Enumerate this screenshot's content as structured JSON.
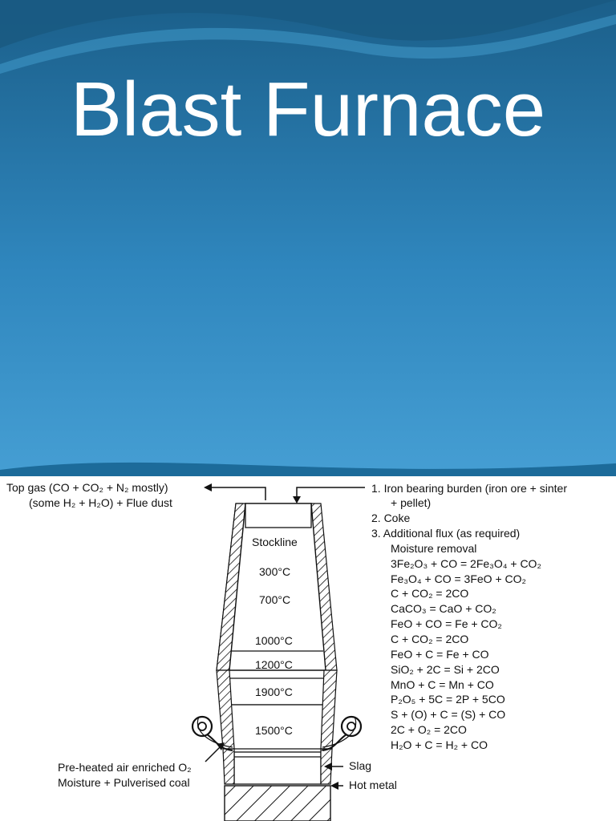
{
  "slide": {
    "title": "Blast Furnace",
    "colors": {
      "top": "#1b5f8a",
      "bottom": "#469fd4",
      "wave": "#2d8fc7"
    }
  },
  "diagram": {
    "top_gas": [
      "Top gas (CO + CO₂ + N₂ mostly)",
      "(some H₂ + H₂O) + Flue dust"
    ],
    "burden": [
      "1.  Iron bearing burden (iron ore + sinter",
      "+ pellet)",
      "2.  Coke",
      "3.  Additional flux (as required)"
    ],
    "zones": [
      "Stockline",
      "300°C",
      "700°C",
      "1000°C",
      "1200°C",
      "1900°C",
      "1500°C"
    ],
    "reactions": [
      "Moisture removal",
      "3Fe₂O₃ + CO = 2Fe₃O₄ + CO₂",
      "Fe₃O₄ + CO = 3FeO + CO₂",
      "C + CO₂ = 2CO",
      "CaCO₃ = CaO + CO₂",
      "FeO + CO = Fe + CO₂",
      "C + CO₂ = 2CO",
      "FeO + C = Fe + CO",
      "SiO₂ + 2C = Si + 2CO",
      "MnO + C = Mn + CO",
      "P₂O₅ + 5C = 2P + 5CO",
      "S + (O) + C = (S) + CO",
      "2C + O₂ = 2CO",
      "H₂O + C = H₂ + CO"
    ],
    "air_input": [
      "Pre-heated air enriched O₂",
      "Moisture + Pulverised coal"
    ],
    "slag": "Slag",
    "hot_metal": "Hot metal"
  }
}
